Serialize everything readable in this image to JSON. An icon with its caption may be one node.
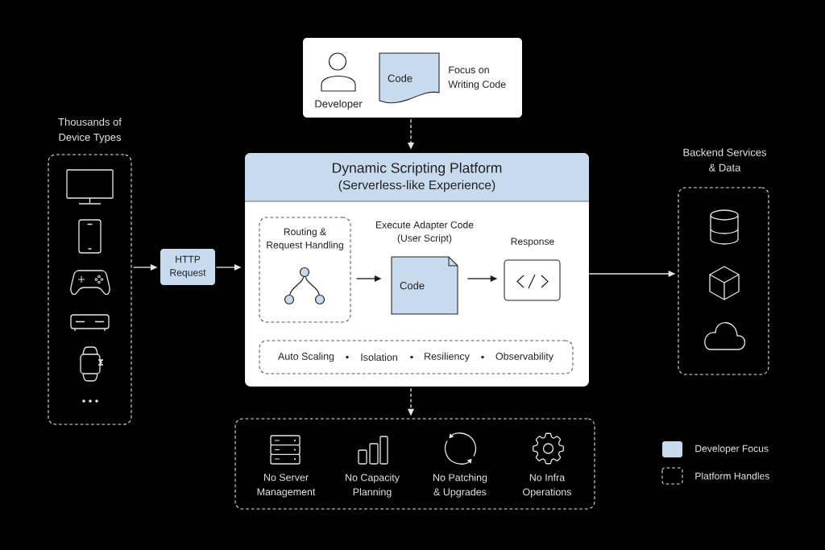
{
  "diagram": {
    "nodes": [
      {
        "text": [
          "Developer",
          "Focus on Writing Code"
        ]
      },
      {
        "text": [
          "Code"
        ],
        "in": 0
      },
      {
        "text": [
          "Thousands of Device Types"
        ]
      },
      {
        "text": [
          "HTTP Request"
        ]
      },
      {
        "text": [
          "Dynamic Scripting Platform",
          "(Serverless-like Experience)"
        ]
      },
      {
        "text": [
          "Routing & Request Handling"
        ],
        "in": 4
      },
      {
        "text": [
          "Execute Adapter Code (User Script)",
          "Code"
        ],
        "in": 4
      },
      {
        "text": [
          "Response"
        ],
        "in": 4
      },
      {
        "text": [
          "Auto Scaling",
          "Isolation",
          "Resiliency",
          "Observability"
        ],
        "in": 4
      },
      {
        "text": [
          "Backend Services & Data"
        ]
      },
      {
        "text": [
          "No Server Management",
          "No Capacity Planning",
          "No Patching & Upgrades",
          "No Infra Operations"
        ]
      }
    ],
    "edges": [
      {
        "from": 0,
        "to": 4,
        "arrow": "to",
        "style": "dashed"
      },
      {
        "from": 2,
        "to": 3,
        "arrow": "to"
      },
      {
        "from": 3,
        "to": 4,
        "arrow": "to"
      },
      {
        "from": 5,
        "to": 6,
        "arrow": "to",
        "color": "#1a1a1a"
      },
      {
        "from": 6,
        "to": 7,
        "arrow": "to",
        "color": "#1a1a1a"
      },
      {
        "from": 4,
        "to": 9,
        "arrow": "to"
      },
      {
        "from": 4,
        "to": 10,
        "arrow": "to",
        "style": "dashed"
      }
    ],
    "legend": [
      {
        "text": "Developer Focus",
        "color": "#c8daee"
      },
      {
        "text": "Platform Handles"
      }
    ]
  }
}
